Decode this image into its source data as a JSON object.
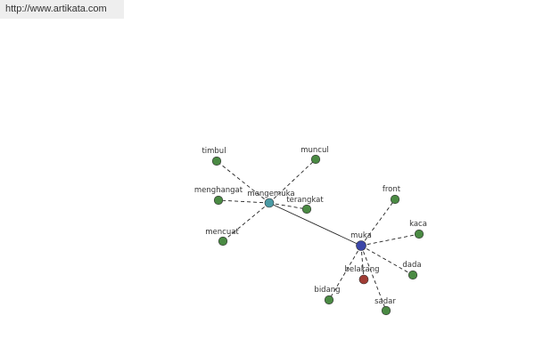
{
  "header": {
    "url": "http://www.artikata.com"
  },
  "graph": {
    "colors": {
      "leaf": "#4a8a43",
      "hub_primary": "#3b46a8",
      "hub_secondary": "#4a9aa4",
      "highlight": "#a03c34",
      "edge": "#222222",
      "label": "#333333"
    },
    "nodes": [
      {
        "id": "muka",
        "label": "muka",
        "kind": "hub_primary"
      },
      {
        "id": "mengemuka",
        "label": "mengemuka",
        "kind": "hub_secondary"
      },
      {
        "id": "belakang",
        "label": "belakang",
        "kind": "highlight"
      },
      {
        "id": "timbul",
        "label": "timbul",
        "kind": "leaf"
      },
      {
        "id": "muncul",
        "label": "muncul",
        "kind": "leaf"
      },
      {
        "id": "menghangat",
        "label": "menghangat",
        "kind": "leaf"
      },
      {
        "id": "terangkat",
        "label": "terangkat",
        "kind": "leaf"
      },
      {
        "id": "mencuat",
        "label": "mencuat",
        "kind": "leaf"
      },
      {
        "id": "front",
        "label": "front",
        "kind": "leaf"
      },
      {
        "id": "kaca",
        "label": "kaca",
        "kind": "leaf"
      },
      {
        "id": "dada",
        "label": "dada",
        "kind": "leaf"
      },
      {
        "id": "bidang",
        "label": "bidang",
        "kind": "leaf"
      },
      {
        "id": "sadar",
        "label": "sadar",
        "kind": "leaf"
      }
    ],
    "edges": [
      {
        "from": "mengemuka",
        "to": "muka",
        "style": "solid"
      },
      {
        "from": "mengemuka",
        "to": "timbul",
        "style": "dashed"
      },
      {
        "from": "mengemuka",
        "to": "muncul",
        "style": "dashed"
      },
      {
        "from": "mengemuka",
        "to": "menghangat",
        "style": "dashed"
      },
      {
        "from": "mengemuka",
        "to": "terangkat",
        "style": "dashed"
      },
      {
        "from": "mengemuka",
        "to": "mencuat",
        "style": "dashed"
      },
      {
        "from": "muka",
        "to": "front",
        "style": "dashed"
      },
      {
        "from": "muka",
        "to": "kaca",
        "style": "dashed"
      },
      {
        "from": "muka",
        "to": "dada",
        "style": "dashed"
      },
      {
        "from": "muka",
        "to": "belakang",
        "style": "dashed"
      },
      {
        "from": "muka",
        "to": "bidang",
        "style": "dashed"
      },
      {
        "from": "muka",
        "to": "sadar",
        "style": "dashed"
      }
    ]
  }
}
